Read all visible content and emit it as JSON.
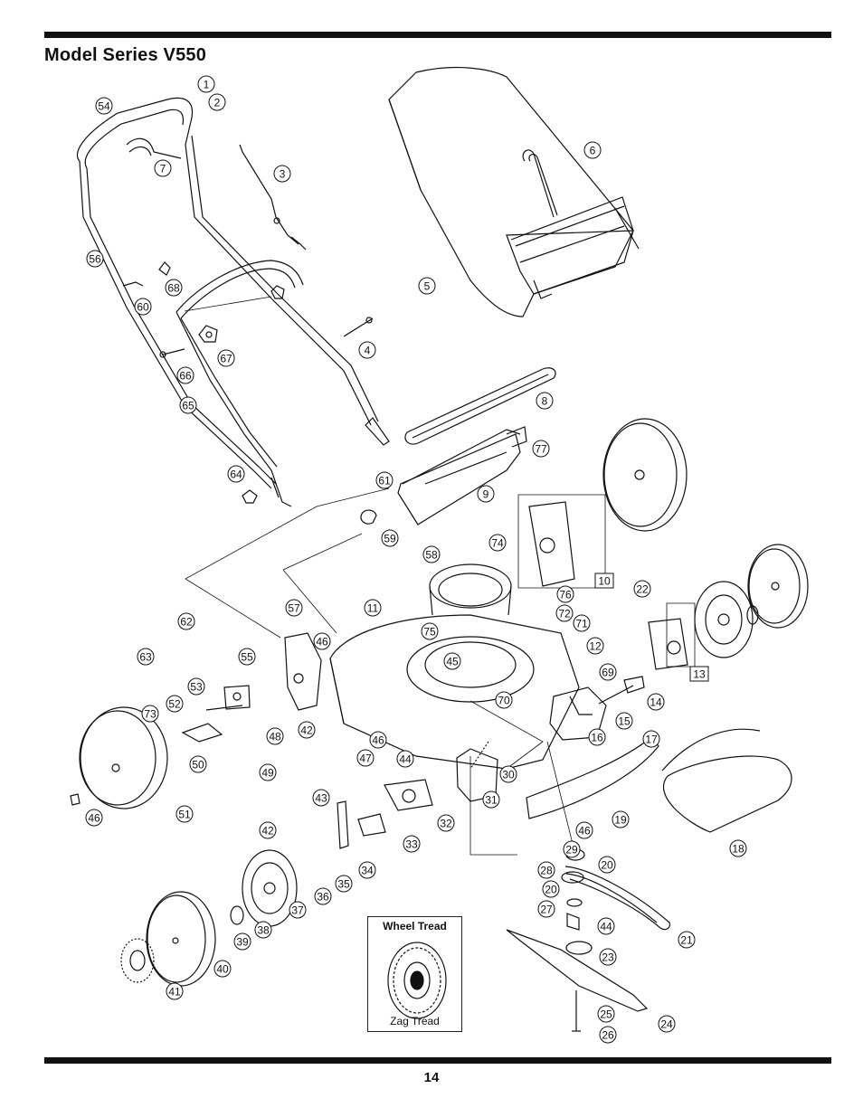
{
  "title": "Model Series V550",
  "page_number": "14",
  "inset": {
    "title": "Wheel Tread",
    "caption": "Zag Tread"
  },
  "callouts": [
    "1",
    "2",
    "3",
    "4",
    "5",
    "6",
    "7",
    "8",
    "9",
    "10",
    "11",
    "12",
    "13",
    "14",
    "15",
    "16",
    "17",
    "18",
    "19",
    "20",
    "20",
    "21",
    "22",
    "23",
    "24",
    "25",
    "26",
    "27",
    "28",
    "29",
    "30",
    "31",
    "32",
    "33",
    "34",
    "35",
    "36",
    "37",
    "38",
    "39",
    "40",
    "41",
    "42",
    "42",
    "43",
    "44",
    "44",
    "45",
    "46",
    "46",
    "46",
    "46",
    "47",
    "48",
    "49",
    "50",
    "51",
    "52",
    "53",
    "54",
    "55",
    "56",
    "57",
    "58",
    "59",
    "60",
    "61",
    "62",
    "63",
    "64",
    "65",
    "66",
    "67",
    "68",
    "69",
    "70",
    "71",
    "72",
    "73",
    "74",
    "75",
    "76",
    "77"
  ]
}
